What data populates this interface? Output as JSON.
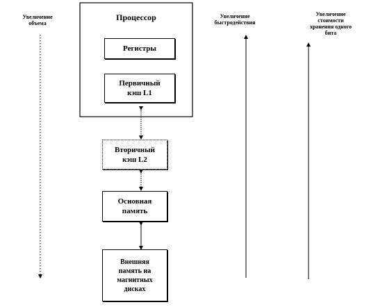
{
  "labels": {
    "volume": "Увеличение\nобъема",
    "speed": "Увеличение\nбыстродействия",
    "cost": "Увеличение\nстоимости\nхранения одного\nбита"
  },
  "processor": {
    "title": "Процессор",
    "registers": "Регистры",
    "l1": "Первичный\nкэш L1"
  },
  "levels": {
    "l2": "Вторичный\nкэш L2",
    "main": "Основная\nпамять",
    "disk": "Внешняя\nпамять на\nмагнитных\nдисках"
  }
}
